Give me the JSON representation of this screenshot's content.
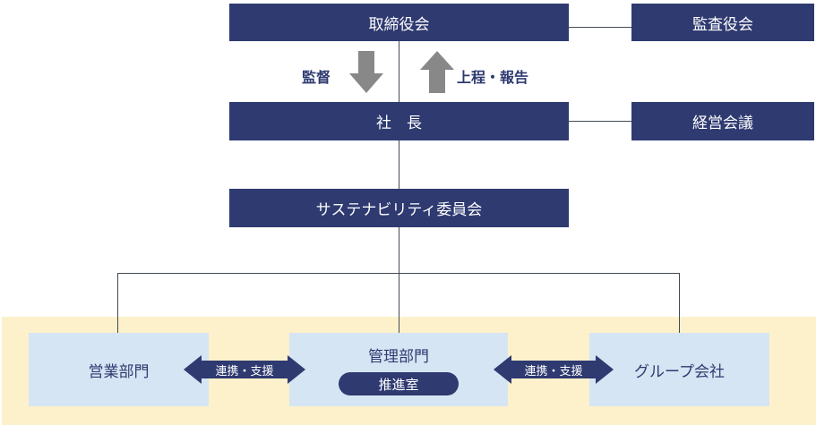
{
  "board": "取締役会",
  "audit": "監査役会",
  "kansa_label": "監督",
  "report_label": "上程・報告",
  "president": "社　長",
  "management_meeting": "経営会議",
  "committee": "サステナビリティ委員会",
  "sales": "営業部門",
  "admin": "管理部門",
  "promotion_office": "推進室",
  "group": "グループ会社",
  "link_left": "連携・支援",
  "link_right": "連携・支援",
  "colors": {
    "navy": "#2e3a70",
    "light_blue": "#d6e5f3",
    "band": "#fdf1cc",
    "gray_arrow": "#888888"
  }
}
